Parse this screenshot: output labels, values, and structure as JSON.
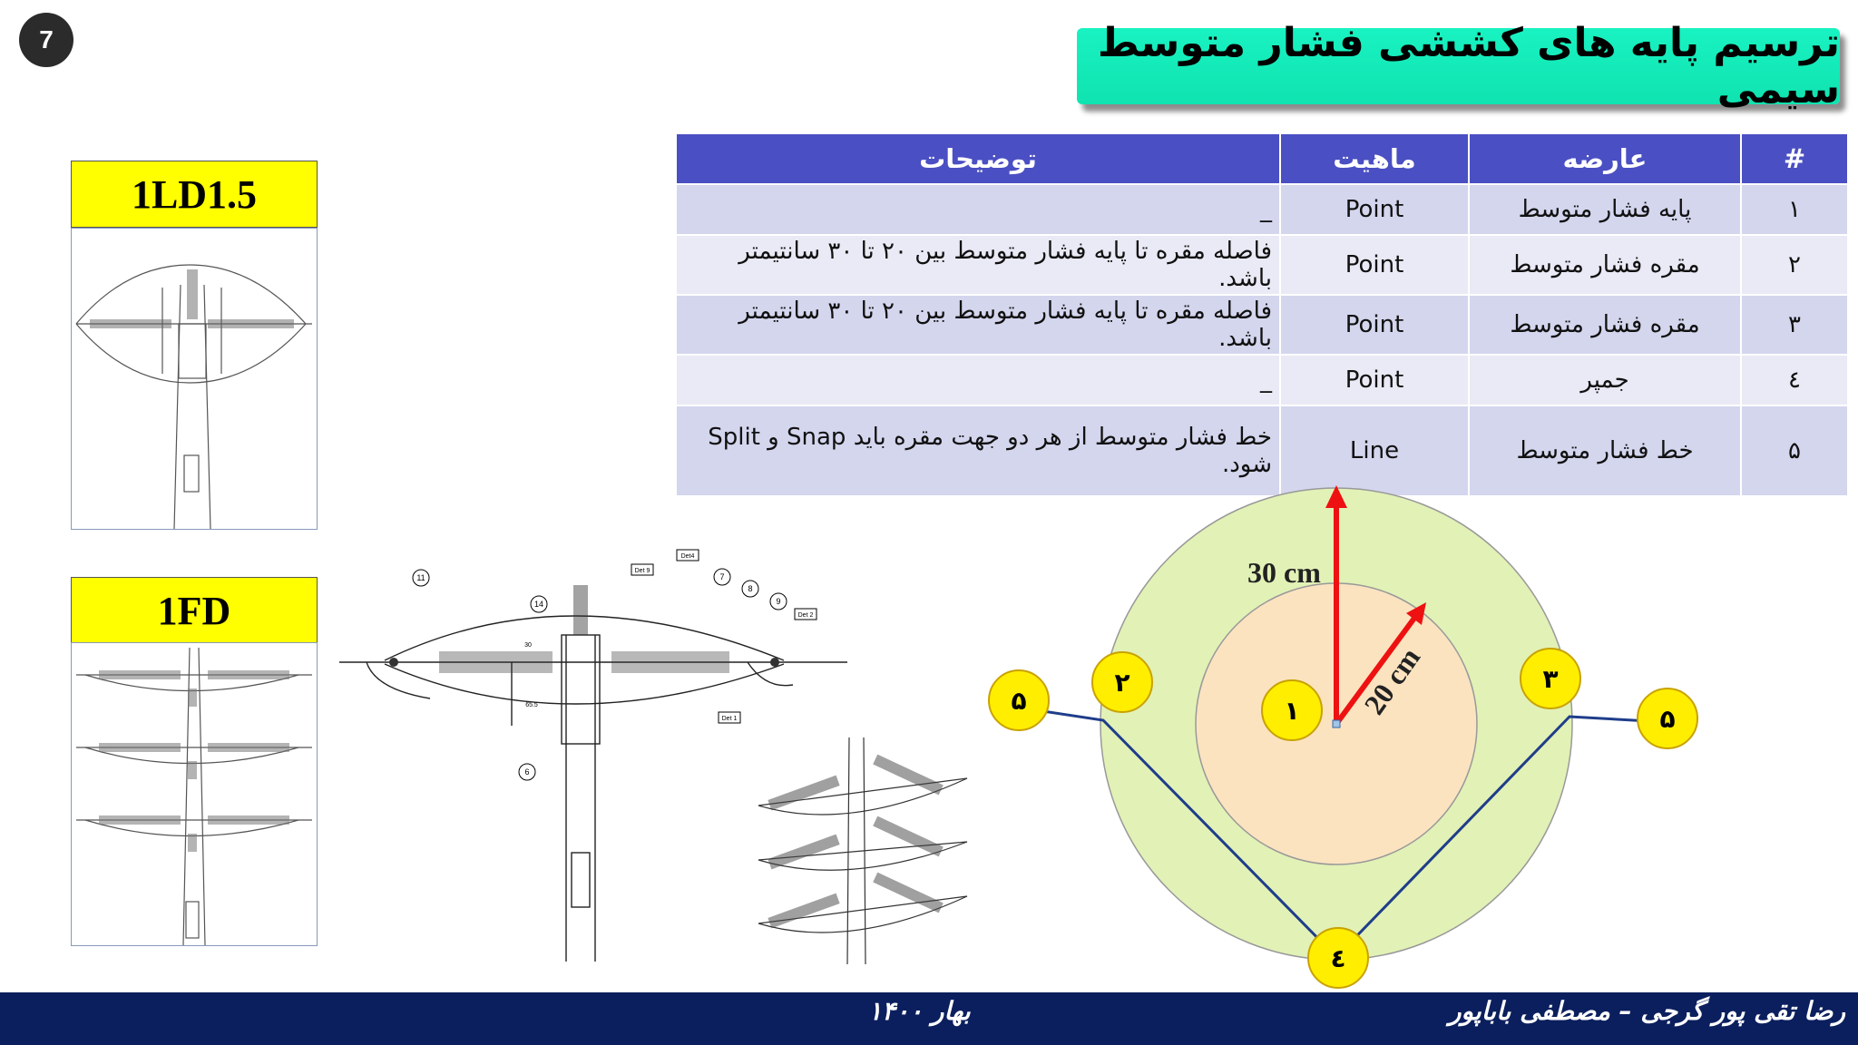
{
  "slide_number": "7",
  "title": "ترسیم پایه های کششی فشار  متوسط سیمی",
  "table": {
    "headers": {
      "num": "#",
      "feature": "عارضه",
      "type": "ماهیت",
      "description": "توضیحات"
    },
    "rows": [
      {
        "num": "۱",
        "feature": "پایه فشار متوسط",
        "type": "Point",
        "description": "_"
      },
      {
        "num": "۲",
        "feature": "مقره فشار متوسط",
        "type": "Point",
        "description": "فاصله مقره تا پایه فشار متوسط بین ۲۰ تا ۳۰ سانتیمتر باشد."
      },
      {
        "num": "۳",
        "feature": "مقره فشار متوسط",
        "type": "Point",
        "description": "فاصله مقره تا پایه فشار متوسط بین ۲۰ تا ۳۰ سانتیمتر باشد."
      },
      {
        "num": "٤",
        "feature": "جمپر",
        "type": "Point",
        "description": "_"
      },
      {
        "num": "۵",
        "feature": "خط فشار متوسط",
        "type": "Line",
        "description": "خط فشار متوسط از هر دو جهت مقره باید  Snap و Split شود."
      }
    ]
  },
  "figures": {
    "label_1": "1LD1.5",
    "label_2": "1FD",
    "diagram_callouts": [
      "11",
      "14",
      "Det 9",
      "Det4",
      "7",
      "8",
      "9",
      "Det 2",
      "6",
      "Det 1",
      "30",
      "65.5"
    ]
  },
  "radius_diagram": {
    "outer_label": "30 cm",
    "inner_label": "20 cm",
    "markers": {
      "pole": "۱",
      "left_insulator": "۲",
      "right_insulator": "۳",
      "jumper": "٤",
      "line_left": "۵",
      "line_right": "۵"
    },
    "colors": {
      "outer": "#e2f1b6",
      "inner": "#fbe3c0",
      "arrow": "#ee1111",
      "marker_fill": "#ffee00",
      "line": "#1f3d8a"
    }
  },
  "footer": {
    "date": "بهار ۱۴۰۰",
    "authors": "رضا تقی پور گرجی – مصطفی باباپور"
  }
}
